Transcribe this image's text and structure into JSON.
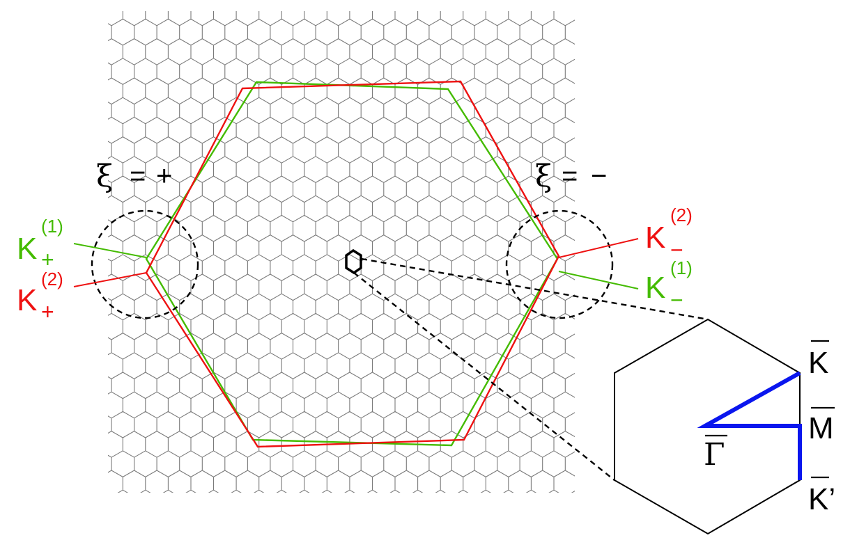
{
  "labels": {
    "xi_plus_symbol": "ξ",
    "xi_plus_eq": "=",
    "xi_plus_sign": "+",
    "xi_minus_symbol": "ξ",
    "xi_minus_eq": "=",
    "xi_minus_sign": "−",
    "k_plus_1_base": "K",
    "k_plus_1_sub": "+",
    "k_plus_1_sup": "(1)",
    "k_plus_2_base": "K",
    "k_plus_2_sub": "+",
    "k_plus_2_sup": "(2)",
    "k_minus_2_base": "K",
    "k_minus_2_sub": "−",
    "k_minus_2_sup": "(2)",
    "k_minus_1_base": "K",
    "k_minus_1_sub": "−",
    "k_minus_1_sup": "(1)",
    "gamma_bar": "Γ",
    "k_bar": "K",
    "m_bar": "M",
    "k_prime_bar": "K’"
  },
  "colors": {
    "lattice": "#7a7a7a",
    "green": "#44bb00",
    "red": "#ee1111",
    "black": "#000000",
    "blue": "#0a16ee"
  }
}
